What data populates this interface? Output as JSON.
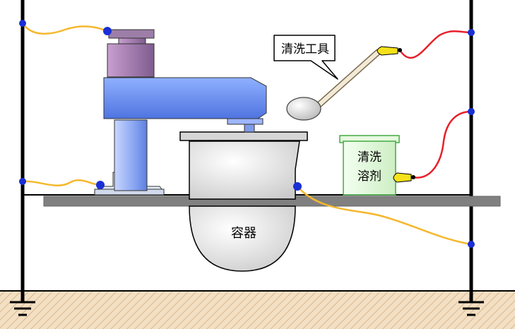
{
  "labels": {
    "cleaning_tool": "清洗工具",
    "solvent_line1": "清洗",
    "solvent_line2": "溶剂",
    "container": "容器"
  },
  "colors": {
    "frame": "#000000",
    "ground_fill": "#f3dfc3",
    "ground_hatch": "#d9b98f",
    "bench": "#808080",
    "robot_blue": "#6b8ef0",
    "robot_purple": "#a97fae",
    "container_fill": "#dcdcdc",
    "solvent_fill": "#dff7d6",
    "solvent_stroke": "#44aa44",
    "yellow_wire": "#f5b82e",
    "red_wire": "#e8202a",
    "node": "#1a2fd6",
    "clip": "#f5e21a"
  }
}
